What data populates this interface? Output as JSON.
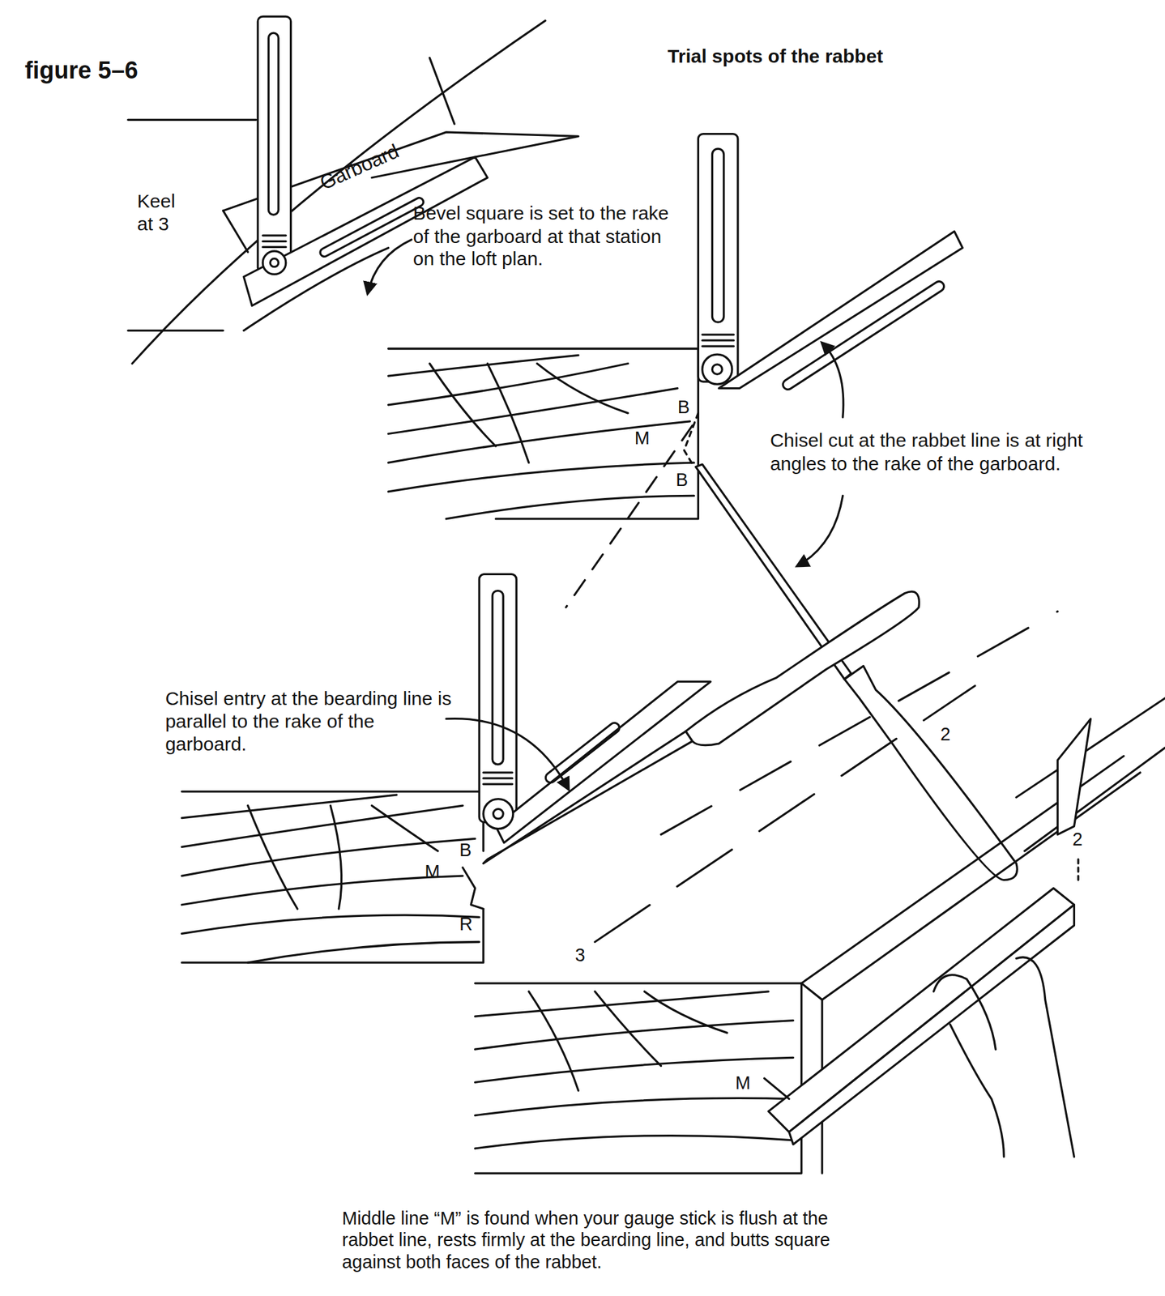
{
  "diagram": {
    "title": "Trial spots of the rabbet",
    "caption": "Middle line “M” is found when your gauge stick is flush at the rabbet line, rests firmly at the bearding line, and butts square against both faces of the rabbet.",
    "labels": [
      "figure 5–6",
      "Garboard",
      "Keel at 3",
      "Bevel square is set to the rake of the garboard at that station on the loft plan.",
      "B",
      "M",
      "B",
      "Chisel cut at the rabbet line is at right angles to the rake of the garboard.",
      "Chisel entry at the bearding line is parallel to the rake of the garboard.",
      "B",
      "M",
      "R",
      "2",
      "2",
      "3",
      "M"
    ]
  }
}
